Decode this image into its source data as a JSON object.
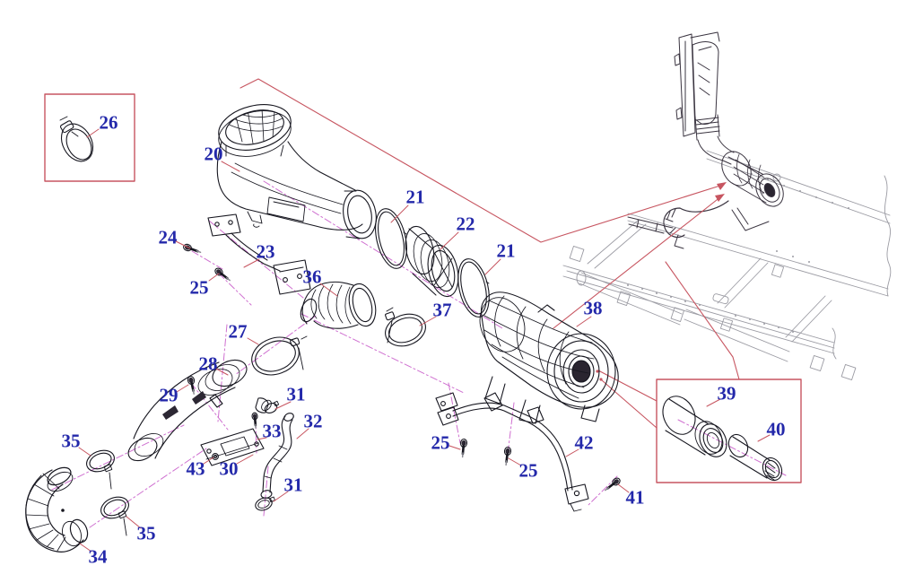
{
  "diagram": {
    "type": "exploded-parts-diagram",
    "colors": {
      "label_blue": "#2328aa",
      "leader_red": "#c75560",
      "axis_magenta": "#cf70d0",
      "line_dark": "#16161f",
      "chassis_gray": "#9b9ba3",
      "background": "#ffffff"
    }
  },
  "callouts": [
    {
      "text": "26"
    },
    {
      "text": "20"
    },
    {
      "text": "21"
    },
    {
      "text": "22"
    },
    {
      "text": "21"
    },
    {
      "text": "24"
    },
    {
      "text": "23"
    },
    {
      "text": "25"
    },
    {
      "text": "36"
    },
    {
      "text": "37"
    },
    {
      "text": "38"
    },
    {
      "text": "27"
    },
    {
      "text": "28"
    },
    {
      "text": "29"
    },
    {
      "text": "31"
    },
    {
      "text": "32"
    },
    {
      "text": "33"
    },
    {
      "text": "30"
    },
    {
      "text": "43"
    },
    {
      "text": "35"
    },
    {
      "text": "35"
    },
    {
      "text": "34"
    },
    {
      "text": "25"
    },
    {
      "text": "25"
    },
    {
      "text": "42"
    },
    {
      "text": "41"
    },
    {
      "text": "31"
    },
    {
      "text": "39"
    },
    {
      "text": "40"
    }
  ]
}
